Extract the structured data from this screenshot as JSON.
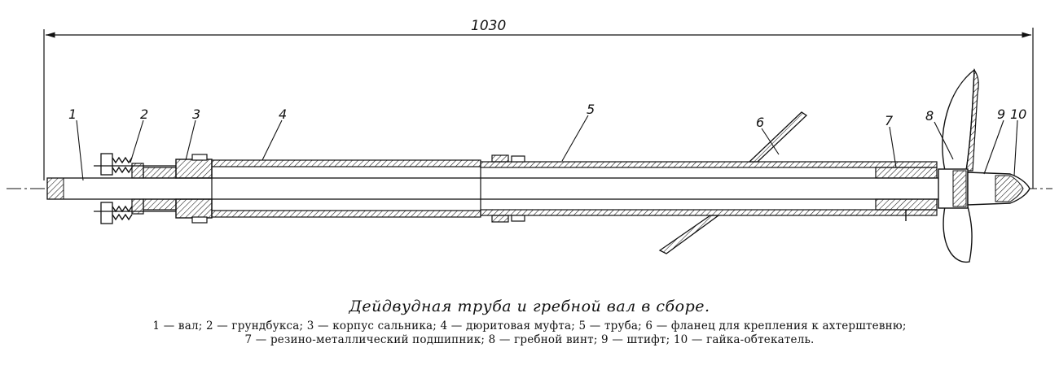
{
  "dimension": "1030",
  "parts": [
    {
      "num": "1"
    },
    {
      "num": "2"
    },
    {
      "num": "3"
    },
    {
      "num": "4"
    },
    {
      "num": "5"
    },
    {
      "num": "6"
    },
    {
      "num": "7"
    },
    {
      "num": "8"
    },
    {
      "num": "9"
    },
    {
      "num": "10"
    }
  ],
  "caption": {
    "title": "Дейдвудная труба и гребной вал в сборе.",
    "legend_line1": "1 — вал; 2 — грундбукса; 3 — корпус сальника; 4 — дюритовая муфта; 5 — труба; 6 — фланец для крепления к ахтерштевню;",
    "legend_line2": "7 — резино-металлический подшипник; 8 — гребной винт; 9 — штифт; 10 — гайка-обтекатель."
  }
}
